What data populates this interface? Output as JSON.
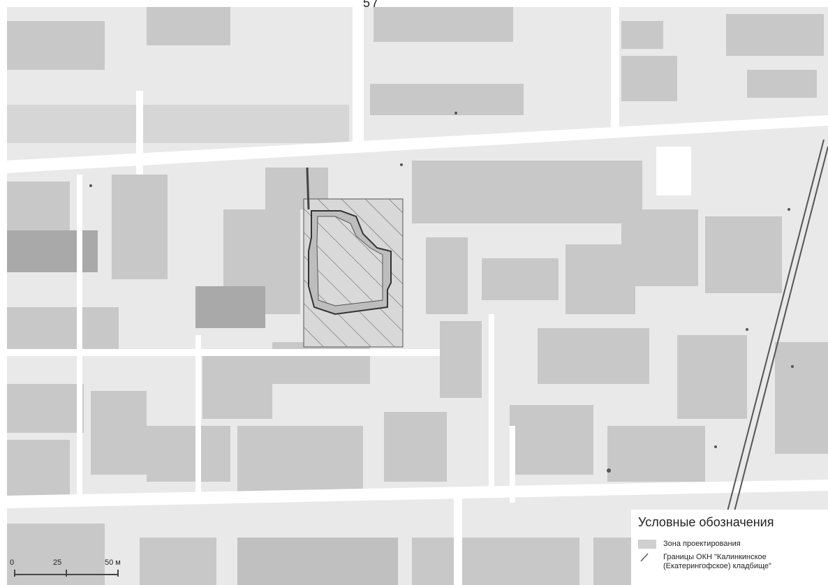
{
  "fragment_text": "57",
  "legend": {
    "title": "Условные обозначения",
    "items": [
      {
        "label": "Зона проектирования"
      },
      {
        "label_lines": [
          "Границы ОКН \"Калинкинское",
          "(Екатерингофское) кладбище\""
        ]
      }
    ]
  },
  "scale": {
    "labels": [
      "0",
      "25",
      "50 м"
    ]
  },
  "colors": {
    "map_background": "#e9e9e9",
    "buildings": "#c8c8c8",
    "buildings_dark": "#a8a8a8",
    "roads": "#ffffff",
    "design_zone": "#cfcfcf",
    "boundary_line": "#555555",
    "railway": "#555555"
  }
}
